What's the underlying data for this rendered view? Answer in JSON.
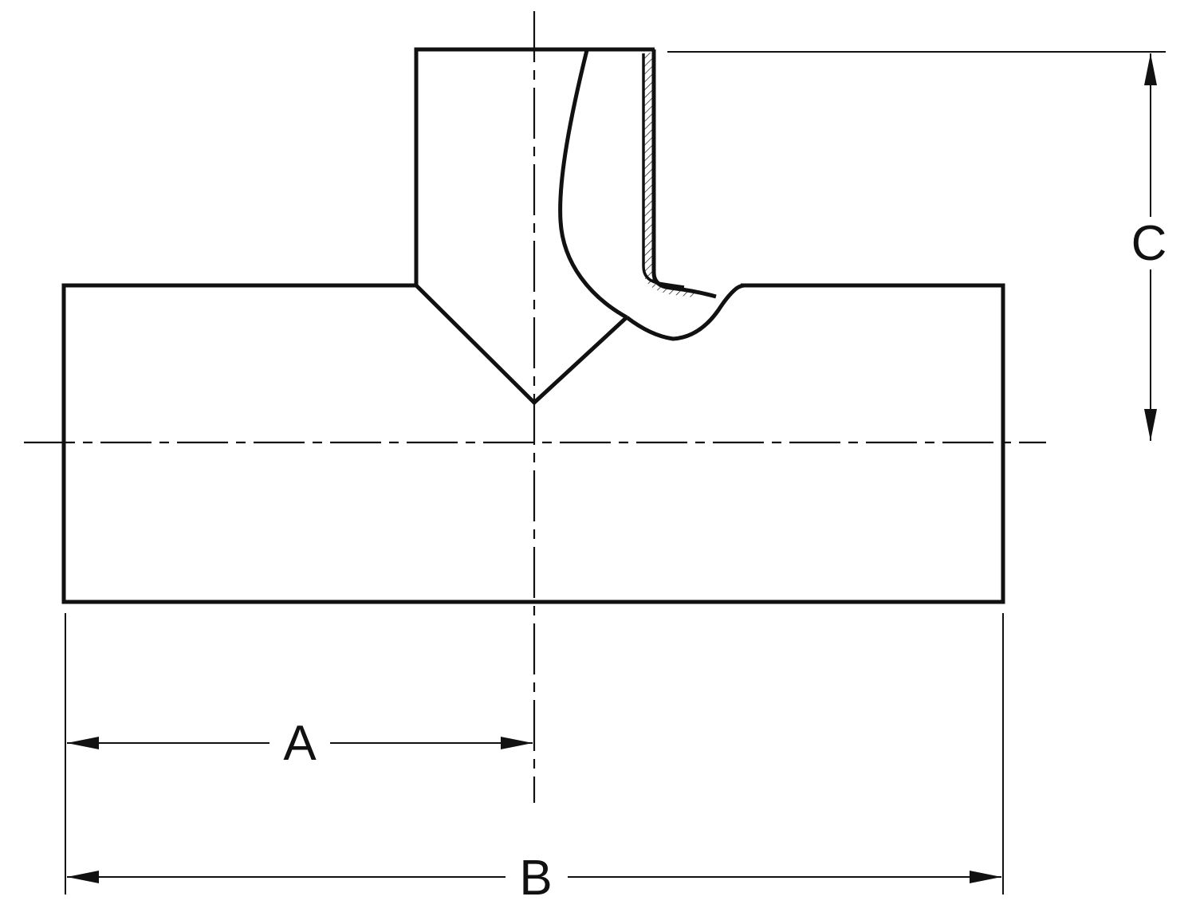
{
  "drawing": {
    "background": "#ffffff",
    "line_color": "#111111",
    "labels": {
      "dim_a": "A",
      "dim_b": "B",
      "dim_c": "C"
    }
  }
}
